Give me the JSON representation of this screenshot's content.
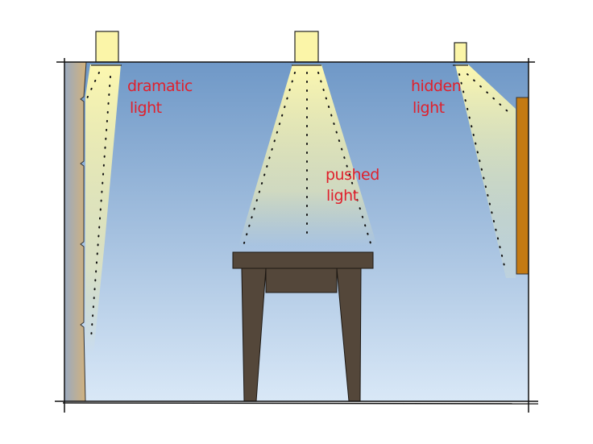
{
  "labels": {
    "dramatic_1": "dramatic",
    "dramatic_2": "light",
    "pushed_1": "pushed",
    "pushed_2": "light",
    "hidden_1": "hidden",
    "hidden_2": "light"
  },
  "colors": {
    "wall_top": "#7099c8",
    "wall_bottom": "#d8e8f7",
    "light": "#fbf5a8",
    "label": "#e0202c",
    "table": "#54473a",
    "artwork": "#c47a12",
    "textured_wall": "#c9b48a"
  }
}
